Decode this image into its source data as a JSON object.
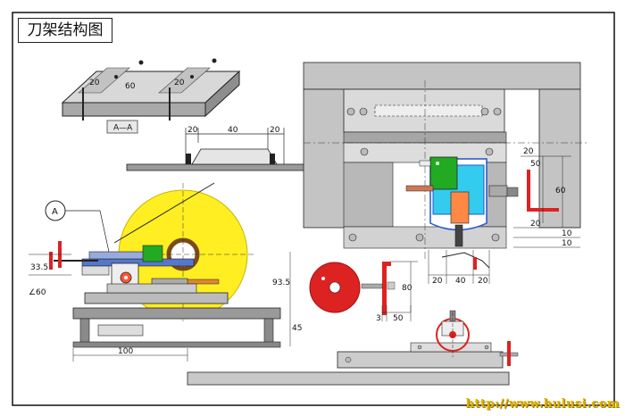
{
  "title": "刀架结构图",
  "section_label": "A—A",
  "callout_label": "A",
  "watermark": "http://www.hulusi.com",
  "top_block_dims": [
    "20",
    "60",
    "20"
  ],
  "rail_dims": [
    "20",
    "40",
    "20"
  ],
  "left_dims": [
    "33.5",
    "60",
    "93.5",
    "45",
    "100"
  ],
  "right_dims": [
    "20",
    "50",
    "60",
    "20",
    "10",
    "10"
  ],
  "bottom_right_dims": [
    "20",
    "40",
    "20"
  ],
  "handle_dims": [
    "80",
    "3",
    "50"
  ],
  "colors": {
    "line": "#111111",
    "body_gray": "#cfcfcf",
    "blade_yellow": "#ffee22",
    "red": "#dd2222",
    "cyan": "#33ccee",
    "green": "#22aa22",
    "blue": "#2255cc",
    "orange": "#dd8833"
  }
}
